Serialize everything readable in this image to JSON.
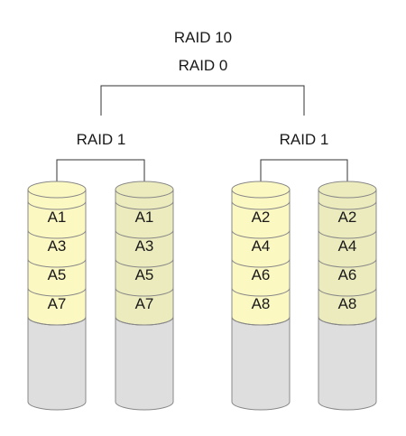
{
  "title_top": "RAID 10",
  "title_sub": "RAID 0",
  "groups": [
    {
      "label": "RAID 1",
      "disks": [
        {
          "blocks": [
            "A1",
            "A3",
            "A5",
            "A7"
          ]
        },
        {
          "blocks": [
            "A1",
            "A3",
            "A5",
            "A7"
          ]
        }
      ]
    },
    {
      "label": "RAID 1",
      "disks": [
        {
          "blocks": [
            "A2",
            "A4",
            "A6",
            "A8"
          ]
        },
        {
          "blocks": [
            "A2",
            "A4",
            "A6",
            "A8"
          ]
        }
      ]
    }
  ],
  "colors": {
    "disk_primary_fill": "#fbf8c2",
    "disk_mirror_fill": "#ecebbd",
    "disk_empty_fill": "#dedede",
    "outline": "#888888",
    "connector": "#333333"
  }
}
